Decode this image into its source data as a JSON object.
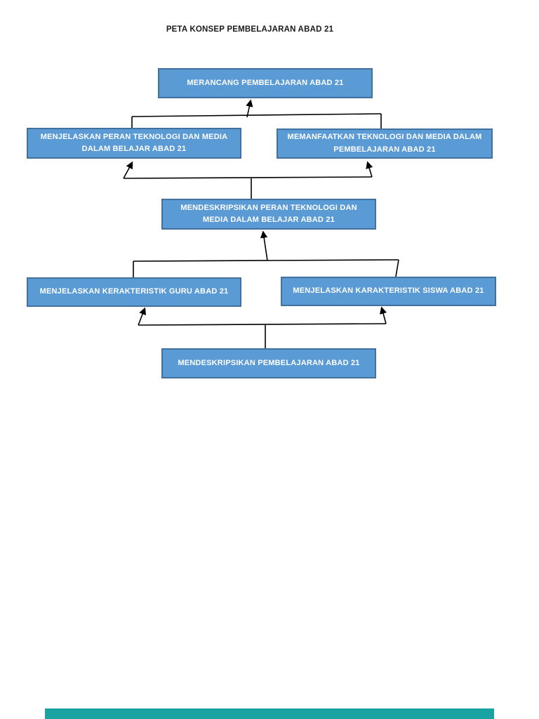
{
  "page": {
    "title": "PETA KONSEP PEMBELAJARAN ABAD 21",
    "background_color": "#ffffff",
    "footer_bar_color": "#1aa3a3"
  },
  "diagram": {
    "box_fill_color": "#5b9bd5",
    "box_border_color": "#41719c",
    "box_text_color": "#ffffff",
    "connector_color": "#000000",
    "nodes": [
      {
        "id": "merancang",
        "label": "MERANCANG PEMBELAJARAN ABAD 21"
      },
      {
        "id": "menjelaskan-peran-teknologi",
        "label": "MENJELASKAN PERAN TEKNOLOGI DAN MEDIA DALAM BELAJAR ABAD 21"
      },
      {
        "id": "memanfaatkan-teknologi",
        "label": "MEMANFAATKAN TEKNOLOGI DAN MEDIA DALAM PEMBELAJARAN ABAD 21"
      },
      {
        "id": "mendeskripsikan-peran-teknologi",
        "label": "MENDESKRIPSIKAN PERAN TEKNOLOGI DAN MEDIA DALAM BELAJAR ABAD 21"
      },
      {
        "id": "menjelaskan-kerakteristik-guru",
        "label": "MENJELASKAN KERAKTERISTIK GURU ABAD 21"
      },
      {
        "id": "menjelaskan-karakteristik-siswa",
        "label": "MENJELASKAN KARAKTERISTIK SISWA ABAD 21"
      },
      {
        "id": "mendeskripsikan-pembelajaran",
        "label": "MENDESKRIPSIKAN PEMBELAJARAN ABAD 21"
      }
    ]
  }
}
